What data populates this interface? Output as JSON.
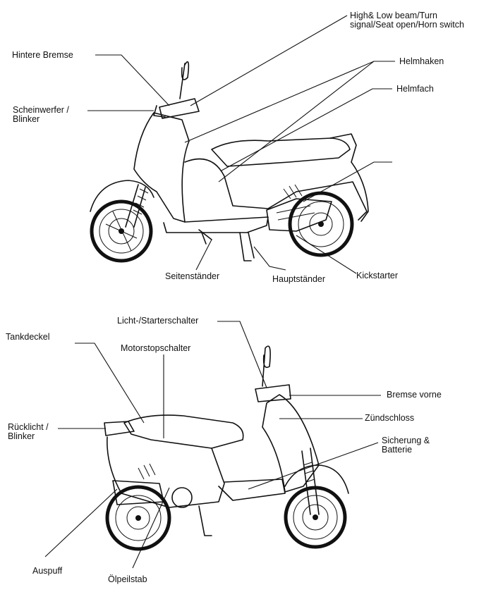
{
  "top_view": {
    "labels": {
      "rear_brake": "Hintere Bremse",
      "headlight_turn": "Scheinwerfer / Blinker",
      "switch_cluster": "High& Low beam/Turn signal/Seat open/Horn switch",
      "helmet_hook": "Helmhaken",
      "helmet_box": "Helmfach",
      "side_stand": "Seitenständer",
      "main_stand": "Hauptständer",
      "kick_starter": "Kickstarter"
    }
  },
  "bottom_view": {
    "labels": {
      "fuel_cap": "Tankdeckel",
      "engine_stop": "Motorstopschalter",
      "light_starter": "Licht-/Starterschalter",
      "front_brake": "Bremse vorne",
      "ignition": "Zündschloss",
      "taillight_turn": "Rücklicht / Blinker",
      "fuse_battery": "Sicherung & Batterie",
      "exhaust": "Auspuff",
      "dipstick": "Ölpeilstab"
    }
  }
}
